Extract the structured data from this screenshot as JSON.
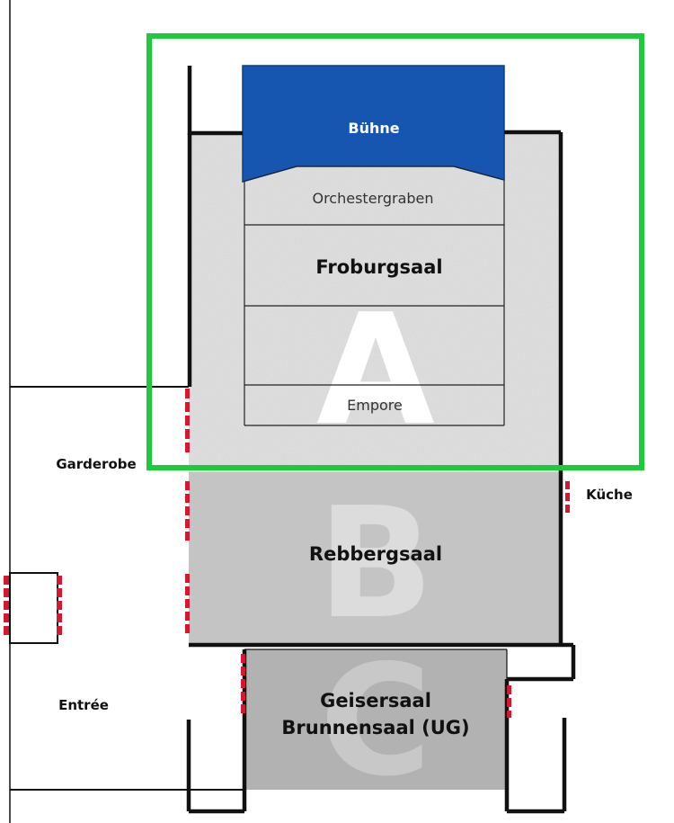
{
  "rooms": {
    "buehne": "Bühne",
    "orchestergraben": "Orchestergraben",
    "froburgsaal": "Froburgsaal",
    "empore": "Empore",
    "rebbergsaal": "Rebbergsaal",
    "geisersaal": "Geisersaal",
    "brunnensaal": "Brunnensaal (UG)"
  },
  "areas": {
    "garderobe": "Garderobe",
    "kueche": "Küche",
    "entree": "Entrée"
  },
  "zone_letters": {
    "a": "A",
    "b": "B",
    "c": "C"
  },
  "colors": {
    "stage": "#1656b0",
    "hall_a": "#e3e3e3",
    "hall_b": "#c8c8c8",
    "hall_c": "#b2b2b2",
    "doors": "#d5172f",
    "highlight": "#1ec93c",
    "walls": "#111111"
  }
}
